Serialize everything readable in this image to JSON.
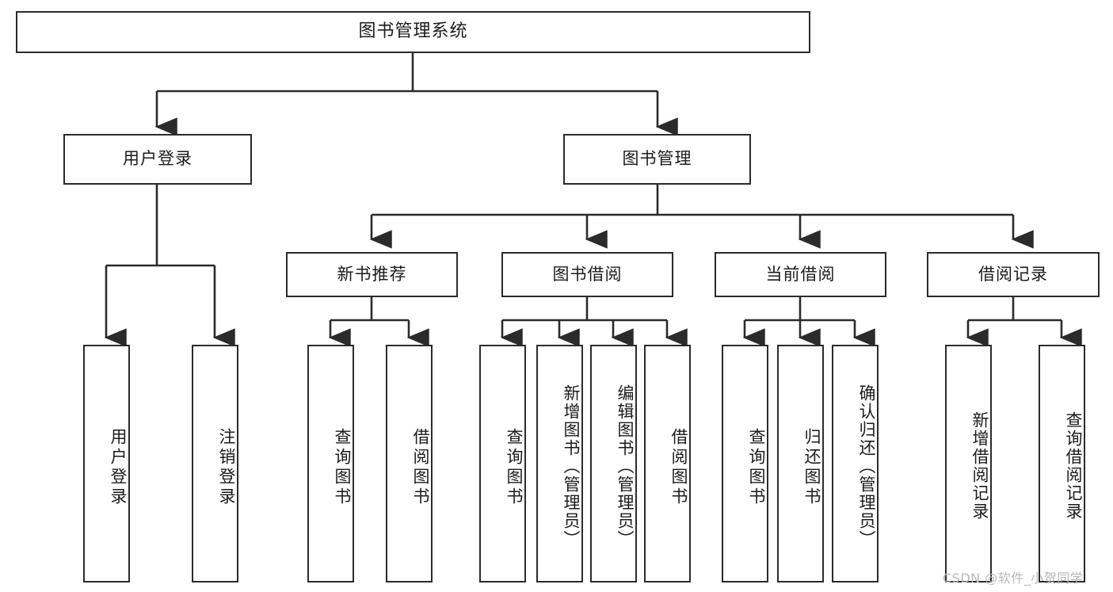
{
  "diagram": {
    "title": "图书管理系统",
    "type": "tree-hierarchy",
    "root": {
      "id": "root",
      "label": "图书管理系统"
    },
    "level2": [
      {
        "id": "user-login",
        "label": "用户登录"
      },
      {
        "id": "book-manage",
        "label": "图书管理"
      }
    ],
    "level3": [
      {
        "id": "new-book-recommend",
        "label": "新书推荐",
        "parent": "book-manage"
      },
      {
        "id": "book-borrow",
        "label": "图书借阅",
        "parent": "book-manage"
      },
      {
        "id": "current-borrow",
        "label": "当前借阅",
        "parent": "book-manage"
      },
      {
        "id": "borrow-record",
        "label": "借阅记录",
        "parent": "book-manage"
      }
    ],
    "leaves": [
      {
        "id": "leaf-user-login",
        "label": "用户登录",
        "parent": "user-login"
      },
      {
        "id": "leaf-logout-login",
        "label": "注销登录",
        "parent": "user-login"
      },
      {
        "id": "leaf-query-book-1",
        "label": "查询图书",
        "parent": "new-book-recommend"
      },
      {
        "id": "leaf-borrow-book-1",
        "label": "借阅图书",
        "parent": "new-book-recommend"
      },
      {
        "id": "leaf-query-book-2",
        "label": "查询图书",
        "parent": "book-borrow"
      },
      {
        "id": "leaf-add-book",
        "label": "新增图书（管理员）",
        "parent": "book-borrow"
      },
      {
        "id": "leaf-edit-book",
        "label": "编辑图书（管理员）",
        "parent": "book-borrow"
      },
      {
        "id": "leaf-borrow-book-2",
        "label": "借阅图书",
        "parent": "book-borrow"
      },
      {
        "id": "leaf-query-book-3",
        "label": "查询图书",
        "parent": "current-borrow"
      },
      {
        "id": "leaf-return-book",
        "label": "归还图书",
        "parent": "current-borrow"
      },
      {
        "id": "leaf-confirm-return",
        "label": "确认归还（管理员）",
        "parent": "current-borrow"
      },
      {
        "id": "leaf-add-record",
        "label": "新增借阅记录",
        "parent": "borrow-record"
      },
      {
        "id": "leaf-query-record",
        "label": "查询借阅记录",
        "parent": "borrow-record"
      }
    ],
    "colors": {
      "stroke": "#2b2b2b",
      "fill": "#ffffff",
      "text": "#1b1b1b",
      "watermark": "#b7b7b7"
    }
  },
  "watermark": {
    "text": "CSDN @软件_小贺同学"
  }
}
